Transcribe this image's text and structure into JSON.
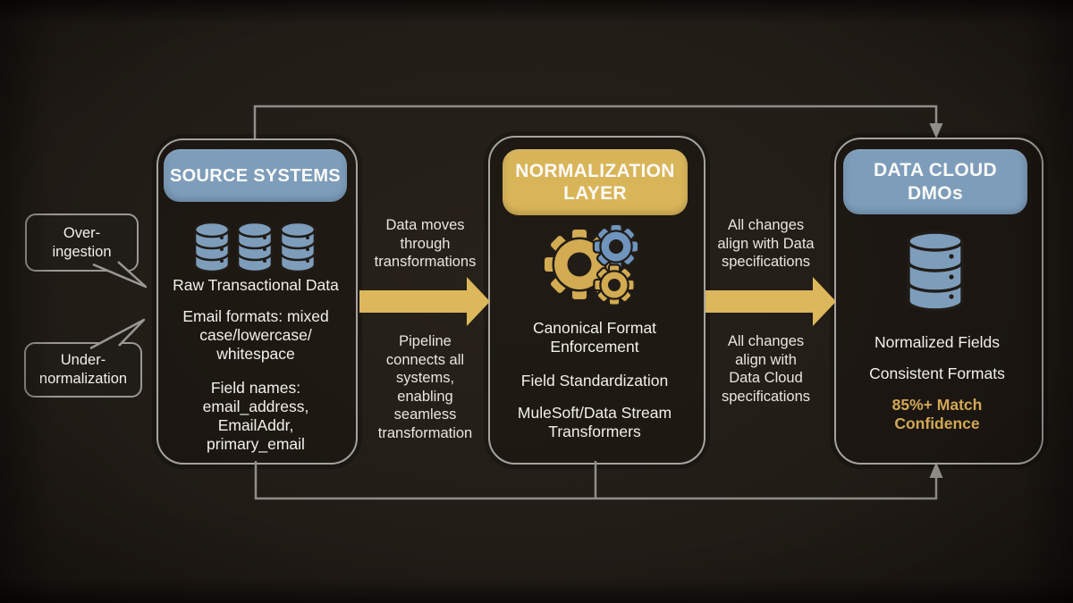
{
  "palette": {
    "gold": "#d9b559",
    "blue": "#7d9dbb",
    "line_gray": "#908e89",
    "body_text": "#f2f0ea",
    "gold_text": "#d2a855"
  },
  "callouts": {
    "over": {
      "label": "Over-\ningestion"
    },
    "under": {
      "label": "Under-\nnormalization"
    }
  },
  "nodes": {
    "source": {
      "title": "SOURCE SYSTEMS",
      "icon": "database-cluster",
      "paragraphs": {
        "p1": "Raw Transactional Data",
        "p2": "Email formats: mixed\ncase/lowercase/\nwhitespace",
        "p3": "Field names:\nemail_address,\nEmailAddr,\nprimary_email"
      }
    },
    "normalization": {
      "title": "NORMALIZATION\nLAYER",
      "icon": "gears",
      "paragraphs": {
        "p1": "Canonical Format\nEnforcement",
        "p2": "Field Standardization",
        "p3": "MuleSoft/Data Stream\nTransformers"
      }
    },
    "datacloud": {
      "title": "DATA CLOUD\nDMOs",
      "icon": "database",
      "paragraphs": {
        "p1": "Normalized Fields",
        "p2": "Consistent Formats",
        "highlight": "85%+ Match\nConfidence"
      }
    }
  },
  "flows": {
    "flow1": {
      "above": "Data moves\nthrough\ntransformations",
      "below": "Pipeline\nconnects all\nsystems,\nenabling\nseamless\ntransformation"
    },
    "flow2": {
      "above": "All changes\nalign with Data\nspecifications",
      "below": "All changes\nalign with\nData Cloud\nspecifications"
    }
  }
}
